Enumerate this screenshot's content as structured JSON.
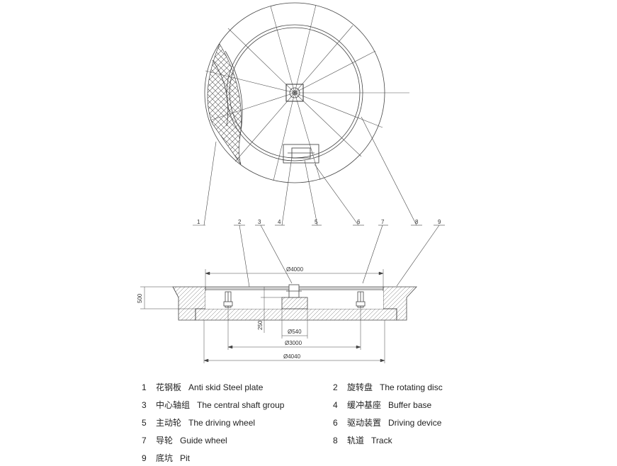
{
  "callouts": [
    "1",
    "2",
    "3",
    "4",
    "5",
    "6",
    "7",
    "8",
    "9"
  ],
  "dimensions": {
    "outer_top": "Ø4000",
    "height": "500",
    "shaft_depth": "250",
    "shaft_dia": "Ø540",
    "track_dia": "Ø3000",
    "outer_bottom": "Ø4040"
  },
  "legend": [
    {
      "num": "1",
      "zh": "花钢板",
      "en": "Anti skid Steel plate"
    },
    {
      "num": "2",
      "zh": "旋转盘",
      "en": "The rotating disc"
    },
    {
      "num": "3",
      "zh": "中心轴组",
      "en": "The central shaft group"
    },
    {
      "num": "4",
      "zh": "缓冲基座",
      "en": "Buffer base"
    },
    {
      "num": "5",
      "zh": "主动轮",
      "en": "The driving wheel"
    },
    {
      "num": "6",
      "zh": "驱动装置",
      "en": "Driving device"
    },
    {
      "num": "7",
      "zh": "导轮",
      "en": "Guide wheel"
    },
    {
      "num": "8",
      "zh": "轨道",
      "en": "Track"
    },
    {
      "num": "9",
      "zh": "底坑",
      "en": "Pit"
    }
  ]
}
